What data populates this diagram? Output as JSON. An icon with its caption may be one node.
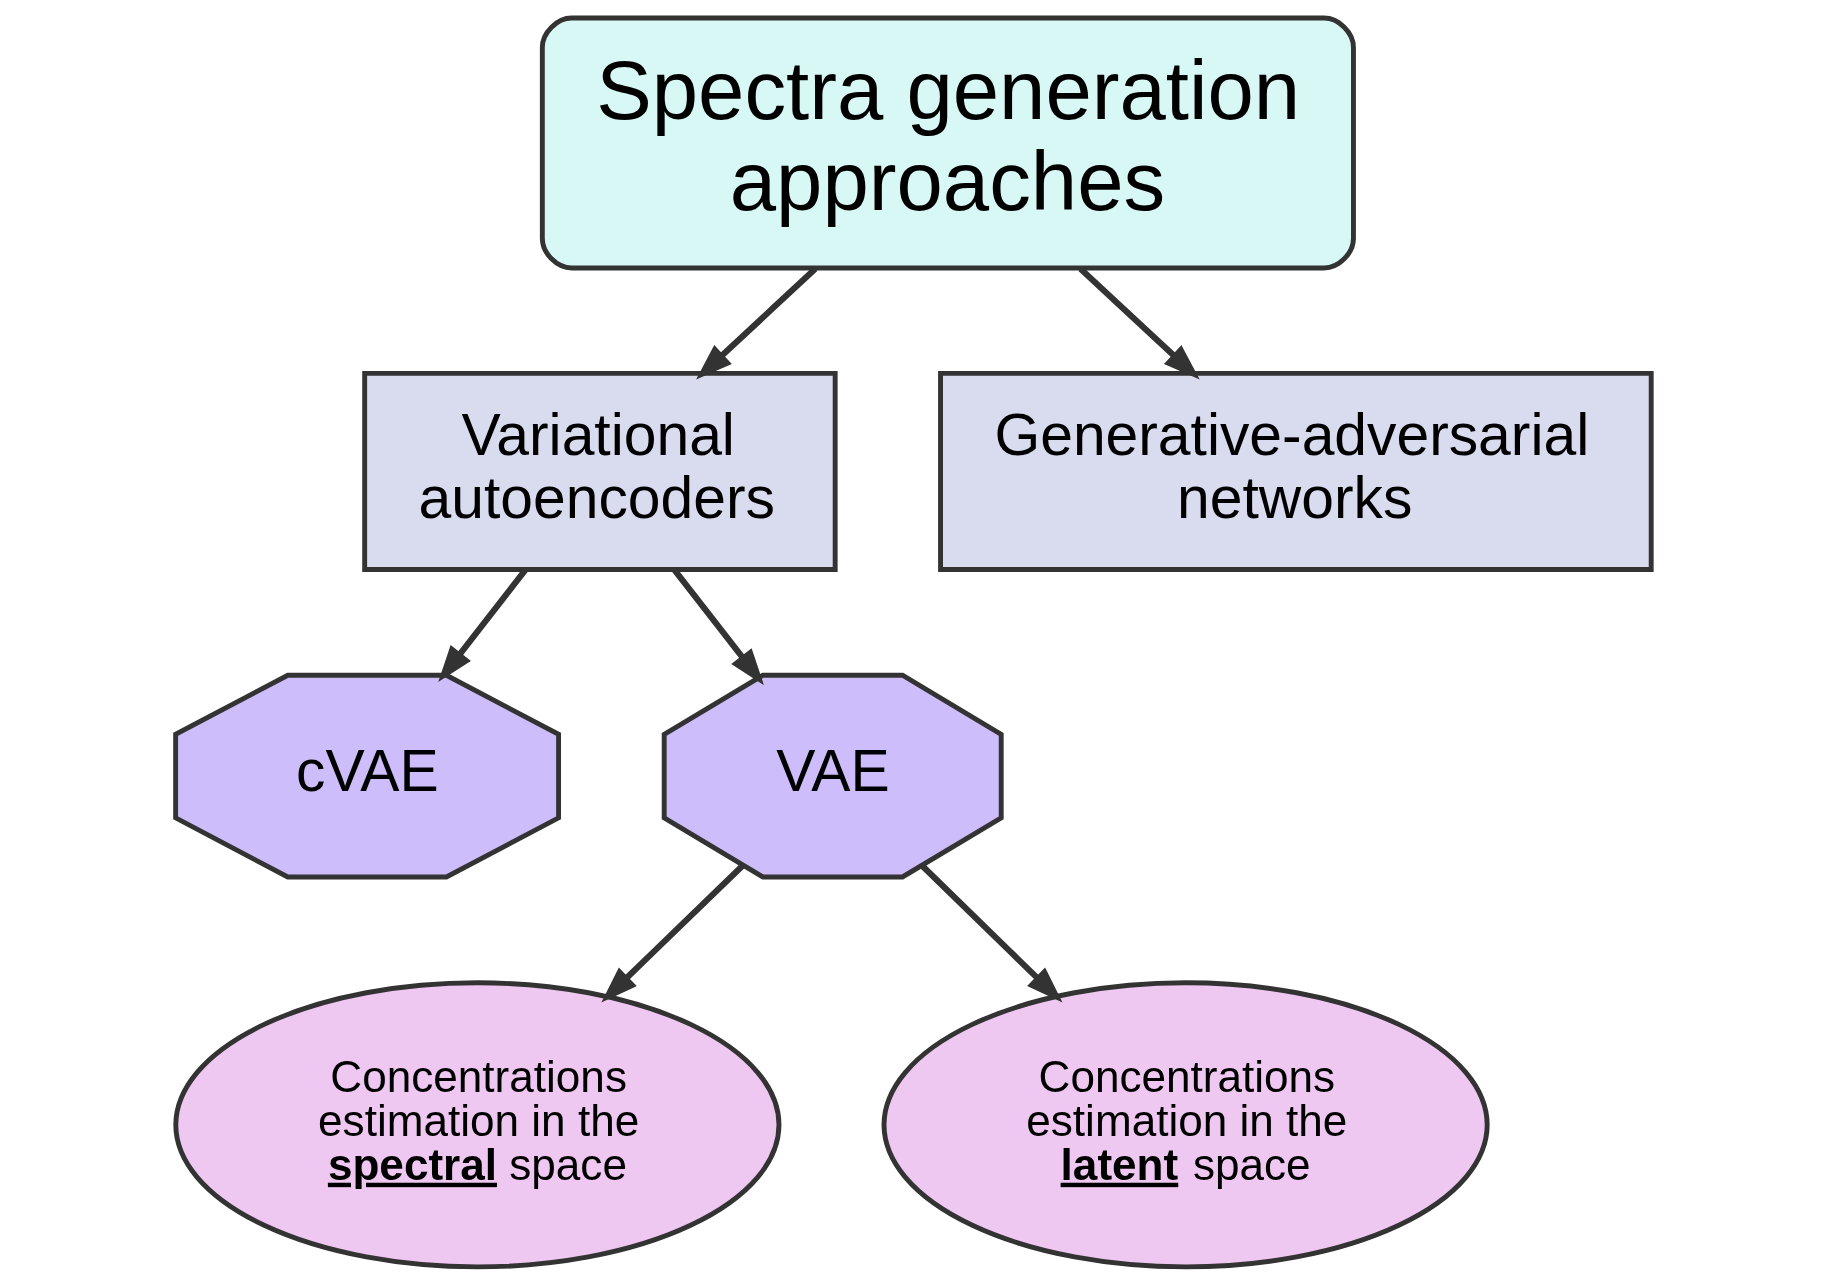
{
  "diagram": {
    "nodes": [
      {
        "text": [
          "Spectra generation approaches"
        ]
      },
      {
        "text": [
          "Variational autoencoders"
        ]
      },
      {
        "text": [
          "Generative-adversarial networks"
        ]
      },
      {
        "text": [
          "cVAE"
        ]
      },
      {
        "text": [
          "VAE"
        ]
      },
      {
        "text": [
          "Concentrations estimation in the **spectral** space"
        ]
      },
      {
        "text": [
          "Concentrations estimation in the **latent** space"
        ]
      }
    ],
    "edges": [
      {
        "from": 0,
        "to": 1,
        "arrow": "to"
      },
      {
        "from": 0,
        "to": 2,
        "arrow": "to"
      },
      {
        "from": 1,
        "to": 3,
        "arrow": "to"
      },
      {
        "from": 1,
        "to": 4,
        "arrow": "to"
      },
      {
        "from": 4,
        "to": 5,
        "arrow": "to"
      },
      {
        "from": 4,
        "to": 6,
        "arrow": "to"
      }
    ]
  }
}
